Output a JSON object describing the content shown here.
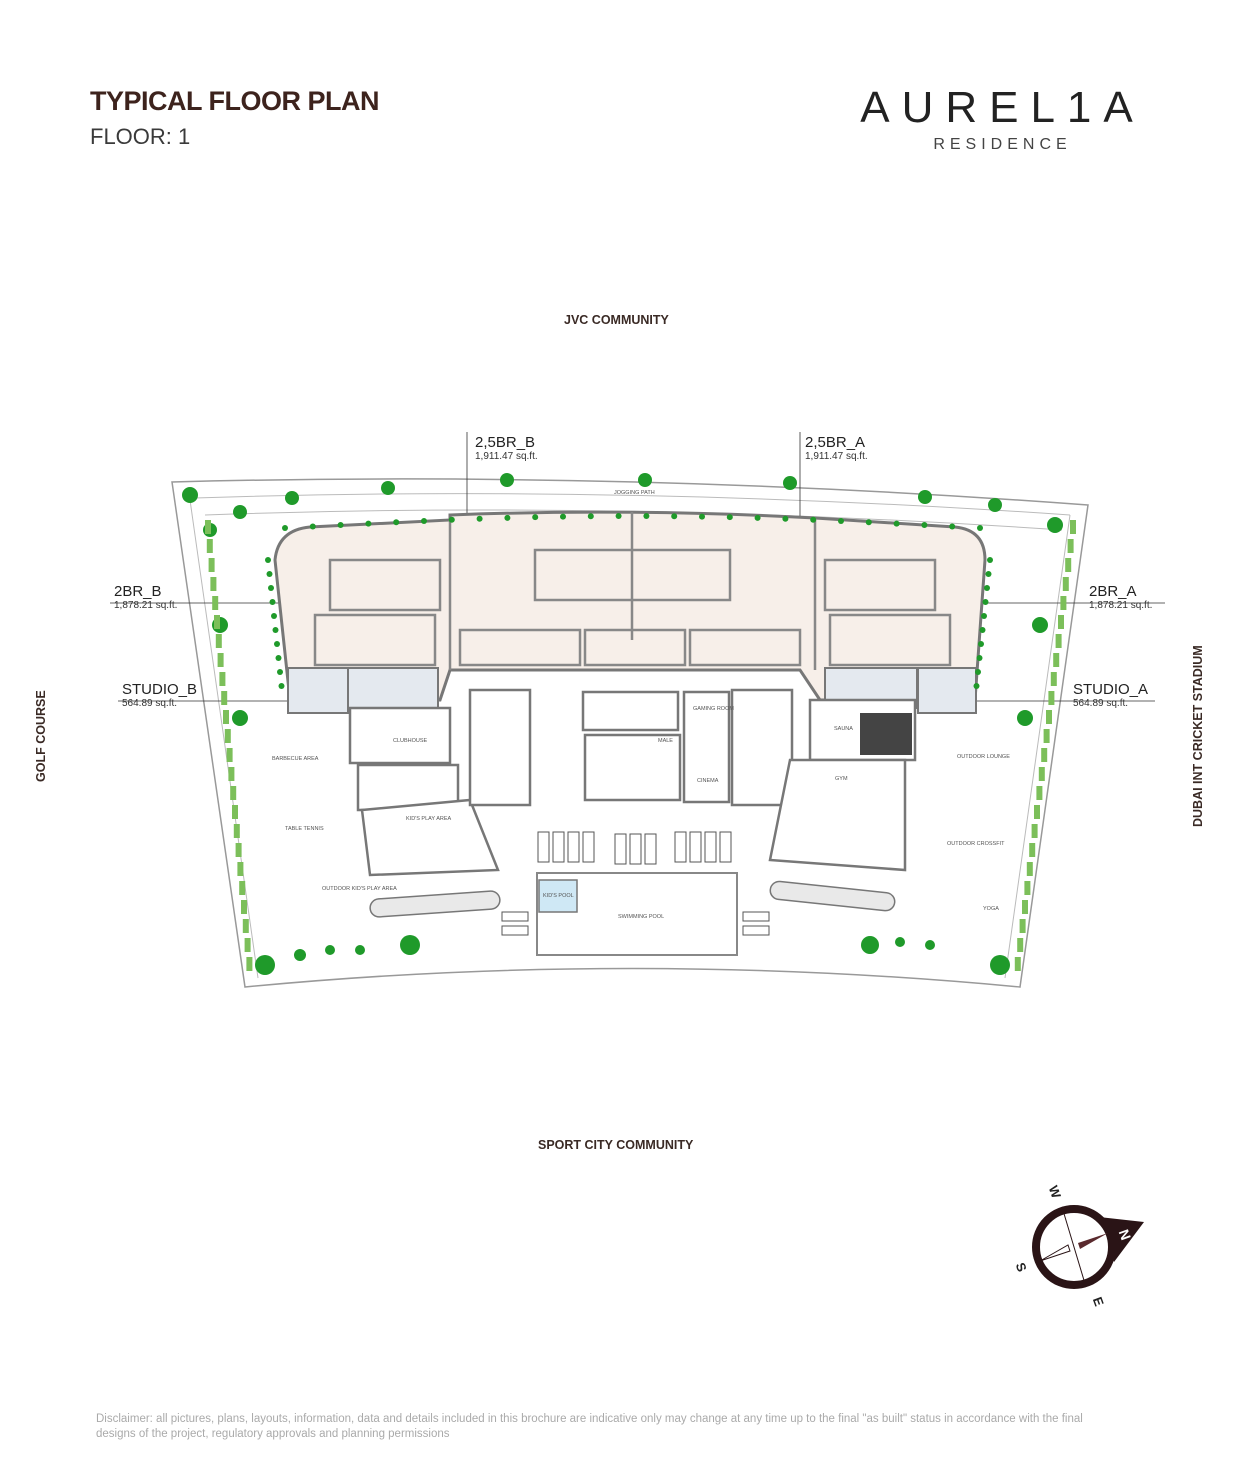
{
  "header": {
    "title": "TYPICAL FLOOR PLAN",
    "floor": "FLOOR: 1"
  },
  "logo": {
    "main": "AUREL1A",
    "sub": "RESIDENCE"
  },
  "surroundings": {
    "north": "JVC COMMUNITY",
    "south": "SPORT CITY COMMUNITY",
    "west": "GOLF COURSE",
    "east": "DUBAI INT CRICKET STADIUM"
  },
  "units": [
    {
      "name": "2,5BR_B",
      "area": "1,911.47 sq.ft."
    },
    {
      "name": "2,5BR_A",
      "area": "1,911.47 sq.ft."
    },
    {
      "name": "2BR_B",
      "area": "1,878.21 sq.ft."
    },
    {
      "name": "2BR_A",
      "area": "1,878.21 sq.ft."
    },
    {
      "name": "STUDIO_B",
      "area": "564.89 sq.ft."
    },
    {
      "name": "STUDIO_A",
      "area": "564.89 sq.ft."
    }
  ],
  "amenities": {
    "jogging": "JOGGING PATH",
    "bbq": "BARBECUE AREA",
    "tt": "TABLE TENNIS",
    "club": "CLUBHOUSE",
    "kids": "KID'S PLAY AREA",
    "okids": "OUTDOOR KID'S PLAY AREA",
    "kpool": "KID'S POOL",
    "pool": "SWIMMING POOL",
    "gaming": "GAMING ROOM",
    "cinema": "CINEMA",
    "male": "MALE",
    "sauna": "SAUNA",
    "gym": "GYM",
    "olounge": "OUTDOOR LOUNGE",
    "crossfit": "OUTDOOR CROSSFIT",
    "yoga": "YOGA"
  },
  "compass": {
    "n": "N",
    "e": "E",
    "s": "S",
    "w": "W"
  },
  "colors": {
    "accent": "#3d231d",
    "unit_fill": "#f7efe9",
    "studio_fill": "#e4e9ef",
    "tree": "#1f9a2a",
    "pool": "#cfe8f5"
  },
  "disclaimer": "Disclaimer: all pictures, plans, layouts, information, data and details included in this brochure are indicative only may change at any time up to the final \"as built\" status in accordance with the final designs of the project, regulatory approvals and planning permissions"
}
